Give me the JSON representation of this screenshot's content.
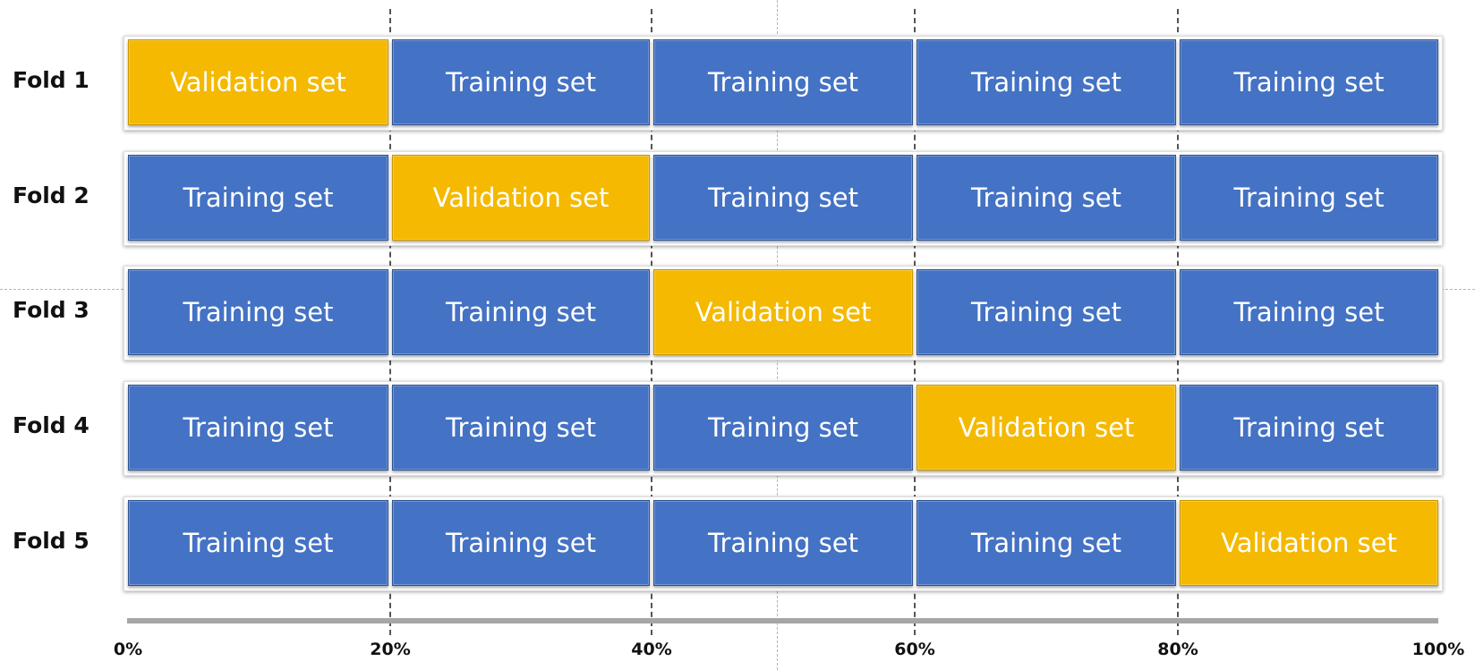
{
  "diagram": {
    "folds": [
      {
        "label": "Fold 1",
        "segments": [
          "Validation set",
          "Training set",
          "Training set",
          "Training set",
          "Training set"
        ]
      },
      {
        "label": "Fold 2",
        "segments": [
          "Training set",
          "Validation set",
          "Training set",
          "Training set",
          "Training set"
        ]
      },
      {
        "label": "Fold 3",
        "segments": [
          "Training set",
          "Training set",
          "Validation set",
          "Training set",
          "Training set"
        ]
      },
      {
        "label": "Fold 4",
        "segments": [
          "Training set",
          "Training set",
          "Training set",
          "Validation set",
          "Training set"
        ]
      },
      {
        "label": "Fold 5",
        "segments": [
          "Training set",
          "Training set",
          "Training set",
          "Training set",
          "Validation set"
        ]
      }
    ],
    "axis_ticks": [
      "0%",
      "20%",
      "40%",
      "60%",
      "80%",
      "100%"
    ],
    "colors": {
      "training": "#4472c4",
      "validation": "#f4b900",
      "axis": "#a6a6a6"
    }
  }
}
